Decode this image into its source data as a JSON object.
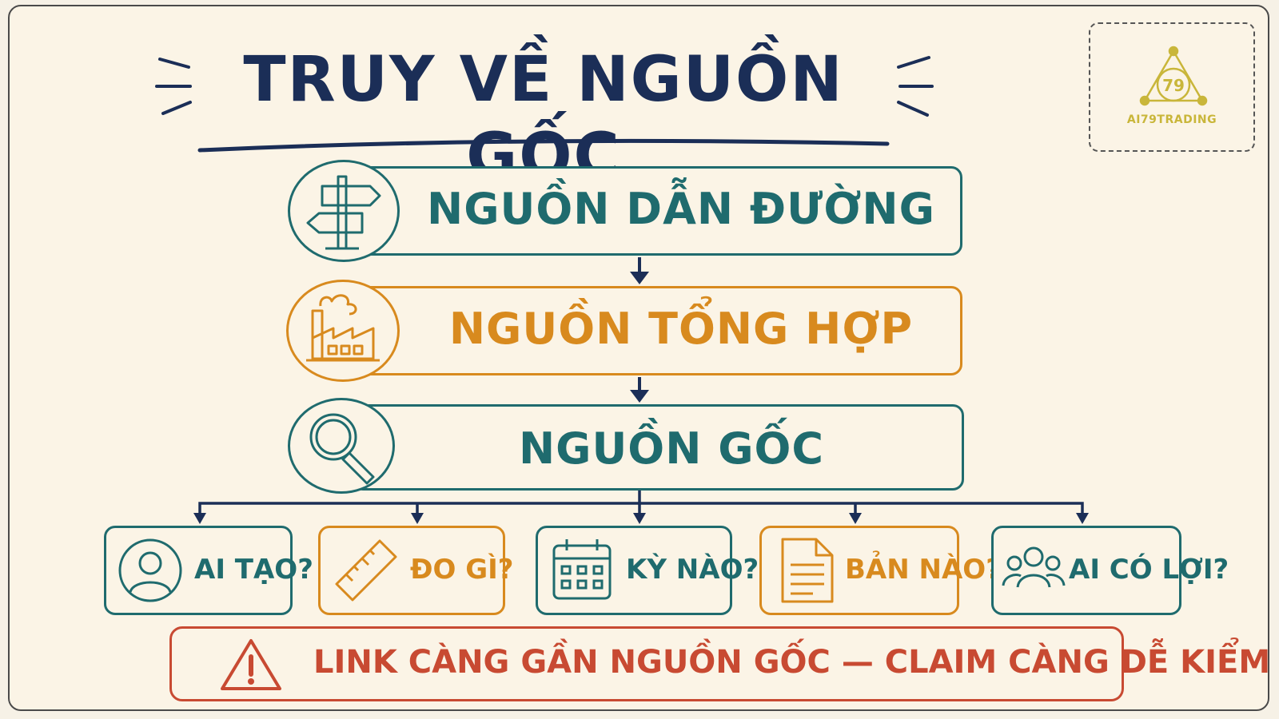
{
  "title": "TRUY VỀ NGUỒN GỐC",
  "logo": {
    "text": "AI79TRADING",
    "badge": "79"
  },
  "stages": [
    {
      "label": "NGUỒN DẪN ĐƯỜNG",
      "icon": "signpost-icon",
      "color": "#1f6b6e"
    },
    {
      "label": "NGUỒN TỔNG HỢP",
      "icon": "factory-icon",
      "color": "#d88a1e"
    },
    {
      "label": "NGUỒN GỐC",
      "icon": "magnifier-icon",
      "color": "#1f6b6e"
    }
  ],
  "questions": [
    {
      "label": "AI TẠO?",
      "icon": "person-icon",
      "color": "#1f6b6e"
    },
    {
      "label": "ĐO GÌ?",
      "icon": "ruler-icon",
      "color": "#d88a1e"
    },
    {
      "label": "KỲ NÀO?",
      "icon": "calendar-icon",
      "color": "#1f6b6e"
    },
    {
      "label": "BẢN NÀO?",
      "icon": "document-icon",
      "color": "#d88a1e"
    },
    {
      "label": "AI CÓ LỢI?",
      "icon": "group-icon",
      "color": "#1f6b6e"
    }
  ],
  "warning": {
    "label": "LINK CÀNG GẦN NGUỒN GỐC — CLAIM CÀNG DỄ KIỂM",
    "icon": "warning-icon",
    "color": "#c84a32"
  },
  "colors": {
    "navy": "#1b2e57",
    "teal": "#1f6b6e",
    "orange": "#d88a1e",
    "red": "#c84a32",
    "background": "#fbf4e6"
  }
}
